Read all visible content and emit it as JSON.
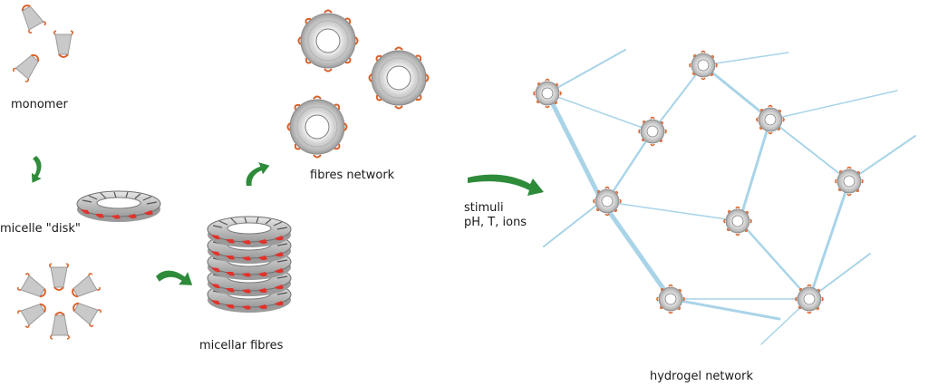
{
  "labels": {
    "monomer": "monomer",
    "micelle_disk": "micelle \"disk\"",
    "micellar_fibres": "micellar fibres",
    "fibres_network": "fibres network",
    "stimuli_line1": "stimuli",
    "stimuli_line2": "pH, T, ions",
    "hydrogel_network": "hydrogel network"
  },
  "colors": {
    "ring_face": "#d0d0d0",
    "ring_edge": "#8c8c8c",
    "cone_fill": "#c8c8c8",
    "head_orange": "#d9622b",
    "tail_red": "#e0332b",
    "arrow_green": "#2e8b3a",
    "fibre_blue": "#a9d4e8"
  }
}
